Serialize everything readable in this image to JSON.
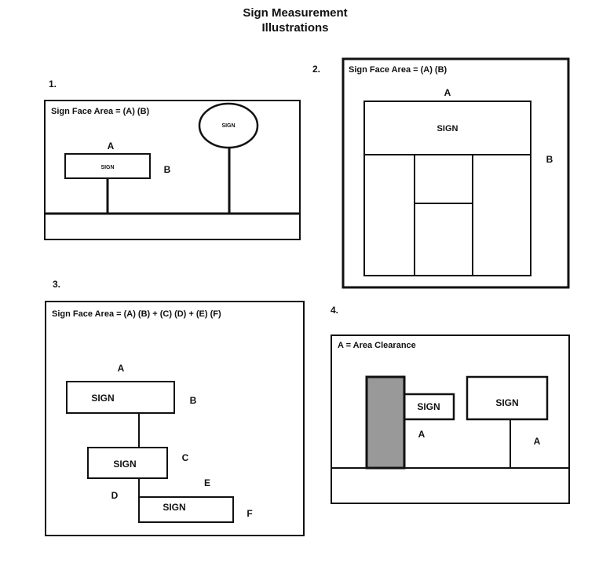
{
  "title": {
    "line1": "Sign Measurement",
    "line2": "Illustrations"
  },
  "panels": [
    {
      "number": "1.",
      "formula": "Sign Face Area = (A) (B)",
      "sign_label": "SIGN",
      "oval_sign_label": "SIGN",
      "dim_a": "A",
      "dim_b": "B"
    },
    {
      "number": "2.",
      "formula": "Sign Face Area = (A) (B)",
      "sign_label": "SIGN",
      "dim_a": "A",
      "dim_b": "B"
    },
    {
      "number": "3.",
      "formula": "Sign Face Area = (A) (B) + (C) (D) + (E) (F)",
      "sign1": "SIGN",
      "sign2": "SIGN",
      "sign3": "SIGN",
      "dim_a": "A",
      "dim_b": "B",
      "dim_c": "C",
      "dim_d": "D",
      "dim_e": "E",
      "dim_f": "F"
    },
    {
      "number": "4.",
      "formula": "A = Area Clearance",
      "sign1": "SIGN",
      "sign2": "SIGN",
      "dim_a1": "A",
      "dim_a2": "A"
    }
  ]
}
